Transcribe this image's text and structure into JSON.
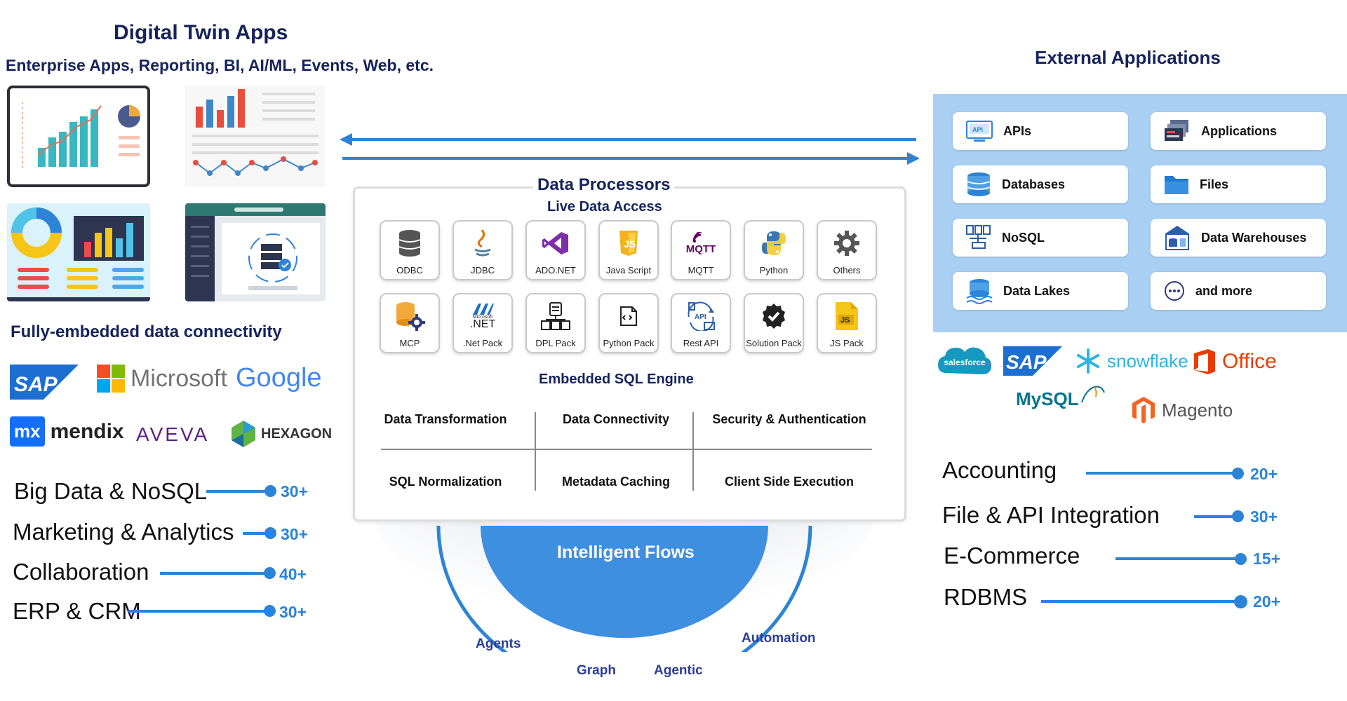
{
  "left": {
    "title": "Digital Twin Apps",
    "subtitle": "Enterprise Apps, Reporting, BI, AI/ML, Events, Web, etc.",
    "embedded_heading": "Fully-embedded data connectivity",
    "logos": [
      "SAP",
      "Microsoft",
      "Google",
      "mx",
      "mendix",
      "AVEVA",
      "HEXAGON"
    ],
    "categories": [
      {
        "label": "Big Data & NoSQL",
        "count": "30+"
      },
      {
        "label": "Marketing & Analytics",
        "count": "30+"
      },
      {
        "label": "Collaboration",
        "count": "40+"
      },
      {
        "label": "ERP & CRM",
        "count": "30+"
      }
    ]
  },
  "center": {
    "title": "Data Processors",
    "live_access": "Live Data Access",
    "tiles_row1": [
      {
        "label": "ODBC",
        "icon": "database-icon"
      },
      {
        "label": "JDBC",
        "icon": "java-icon"
      },
      {
        "label": "ADO.NET",
        "icon": "visual-studio-icon"
      },
      {
        "label": "Java Script",
        "icon": "javascript-icon"
      },
      {
        "label": "MQTT",
        "icon": "mqtt-icon"
      },
      {
        "label": "Python",
        "icon": "python-icon"
      },
      {
        "label": "Others",
        "icon": "gear-icon"
      }
    ],
    "tiles_row2": [
      {
        "label": "MCP",
        "icon": "mcp-icon"
      },
      {
        "label": ".Net Pack",
        "icon": "dotnet-icon"
      },
      {
        "label": "DPL Pack",
        "icon": "dpl-icon"
      },
      {
        "label": "Python Pack",
        "icon": "python-pack-icon"
      },
      {
        "label": "Rest API",
        "icon": "rest-api-icon"
      },
      {
        "label": "Solution Pack",
        "icon": "solution-badge-icon"
      },
      {
        "label": "JS Pack",
        "icon": "js-file-icon"
      }
    ],
    "mqtt_text": "MQTT",
    "dotnet_small": "Microsoft",
    "dotnet_text": ".NET",
    "js_text": "JS",
    "api_text": "API",
    "sql_engine": "Embedded SQL Engine",
    "features_row1": [
      "Data Transformation",
      "Data Connectivity",
      "Security & Authentication"
    ],
    "features_row2": [
      "SQL Normalization",
      "Metadata Caching",
      "Client Side Execution"
    ],
    "flows_title": "Intelligent Flows",
    "flow_labels": [
      "Agents",
      "Automation",
      "Graph",
      "Agentic"
    ]
  },
  "right": {
    "title": "External Applications",
    "cards": [
      {
        "label": "APIs",
        "icon": "api-monitor-icon"
      },
      {
        "label": "Applications",
        "icon": "app-stack-icon"
      },
      {
        "label": "Databases",
        "icon": "database-icon"
      },
      {
        "label": "Files",
        "icon": "folder-icon"
      },
      {
        "label": "NoSQL",
        "icon": "nosql-icon"
      },
      {
        "label": "Data Warehouses",
        "icon": "warehouse-icon"
      },
      {
        "label": "Data Lakes",
        "icon": "data-lake-icon"
      },
      {
        "label": "and more",
        "icon": "more-dots-icon"
      }
    ],
    "logos": [
      "salesforce",
      "SAP",
      "snowflake",
      "Office",
      "MySQL",
      "Magento"
    ],
    "categories": [
      {
        "label": "Accounting",
        "count": "20+"
      },
      {
        "label": "File & API Integration",
        "count": "30+"
      },
      {
        "label": "E-Commerce",
        "count": "15+"
      },
      {
        "label": "RDBMS",
        "count": "20+"
      }
    ]
  },
  "colors": {
    "navy": "#16235c",
    "accent_blue": "#2b84d8",
    "panel_blue": "#a9d0f3",
    "flow_blue": "#3f8fe0"
  }
}
